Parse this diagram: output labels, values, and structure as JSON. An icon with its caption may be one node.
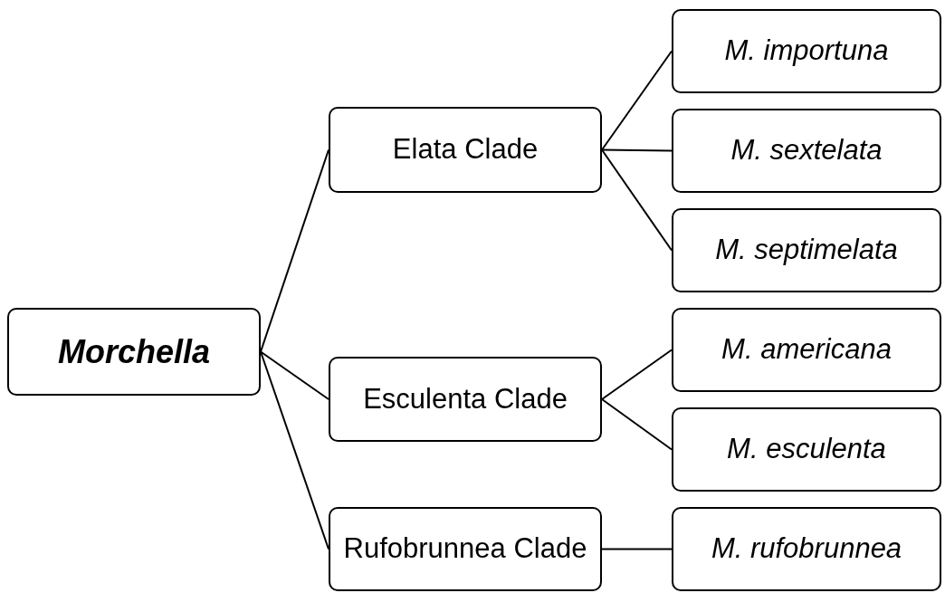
{
  "diagram": {
    "nodes": [
      {
        "text": [
          "Morchella"
        ]
      },
      {
        "text": [
          "Elata Clade"
        ]
      },
      {
        "text": [
          "Esculenta Clade"
        ]
      },
      {
        "text": [
          "Rufobrunnea Clade"
        ]
      },
      {
        "text": [
          "M. importuna"
        ]
      },
      {
        "text": [
          "M. sextelata"
        ]
      },
      {
        "text": [
          "M. septimelata"
        ]
      },
      {
        "text": [
          "M. americana"
        ]
      },
      {
        "text": [
          "M. esculenta"
        ]
      },
      {
        "text": [
          "M. rufobrunnea"
        ]
      }
    ],
    "edges": [
      {
        "from": 0,
        "to": 1,
        "arrow": "none"
      },
      {
        "from": 0,
        "to": 2,
        "arrow": "none"
      },
      {
        "from": 0,
        "to": 3,
        "arrow": "none"
      },
      {
        "from": 1,
        "to": 4,
        "arrow": "none"
      },
      {
        "from": 1,
        "to": 5,
        "arrow": "none"
      },
      {
        "from": 1,
        "to": 6,
        "arrow": "none"
      },
      {
        "from": 2,
        "to": 7,
        "arrow": "none"
      },
      {
        "from": 2,
        "to": 8,
        "arrow": "none"
      },
      {
        "from": 3,
        "to": 9,
        "arrow": "none"
      }
    ]
  }
}
